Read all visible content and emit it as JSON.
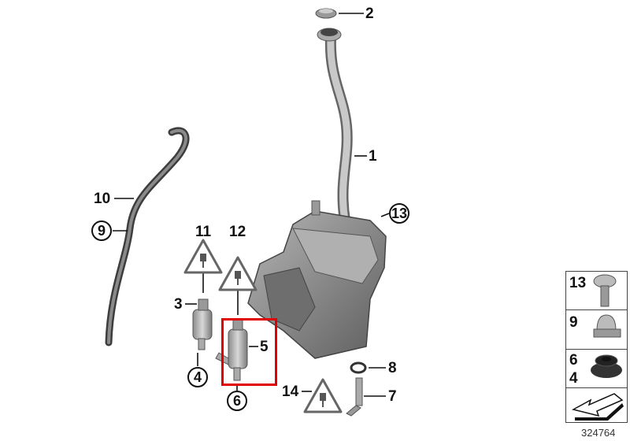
{
  "diagram": {
    "callouts": {
      "p1": "1",
      "p2": "2",
      "p3": "3",
      "p4": "4",
      "p5": "5",
      "p6": "6",
      "p7": "7",
      "p8": "8",
      "p9": "9",
      "p10": "10",
      "p11": "11",
      "p12": "12",
      "p13": "13",
      "p14": "14"
    },
    "highlight_color": "#e00000",
    "selected_part": "5",
    "legend": {
      "row1": [
        "13"
      ],
      "row2": [
        "9"
      ],
      "row3": [
        "6",
        "4"
      ]
    },
    "diagram_id": "324764"
  }
}
